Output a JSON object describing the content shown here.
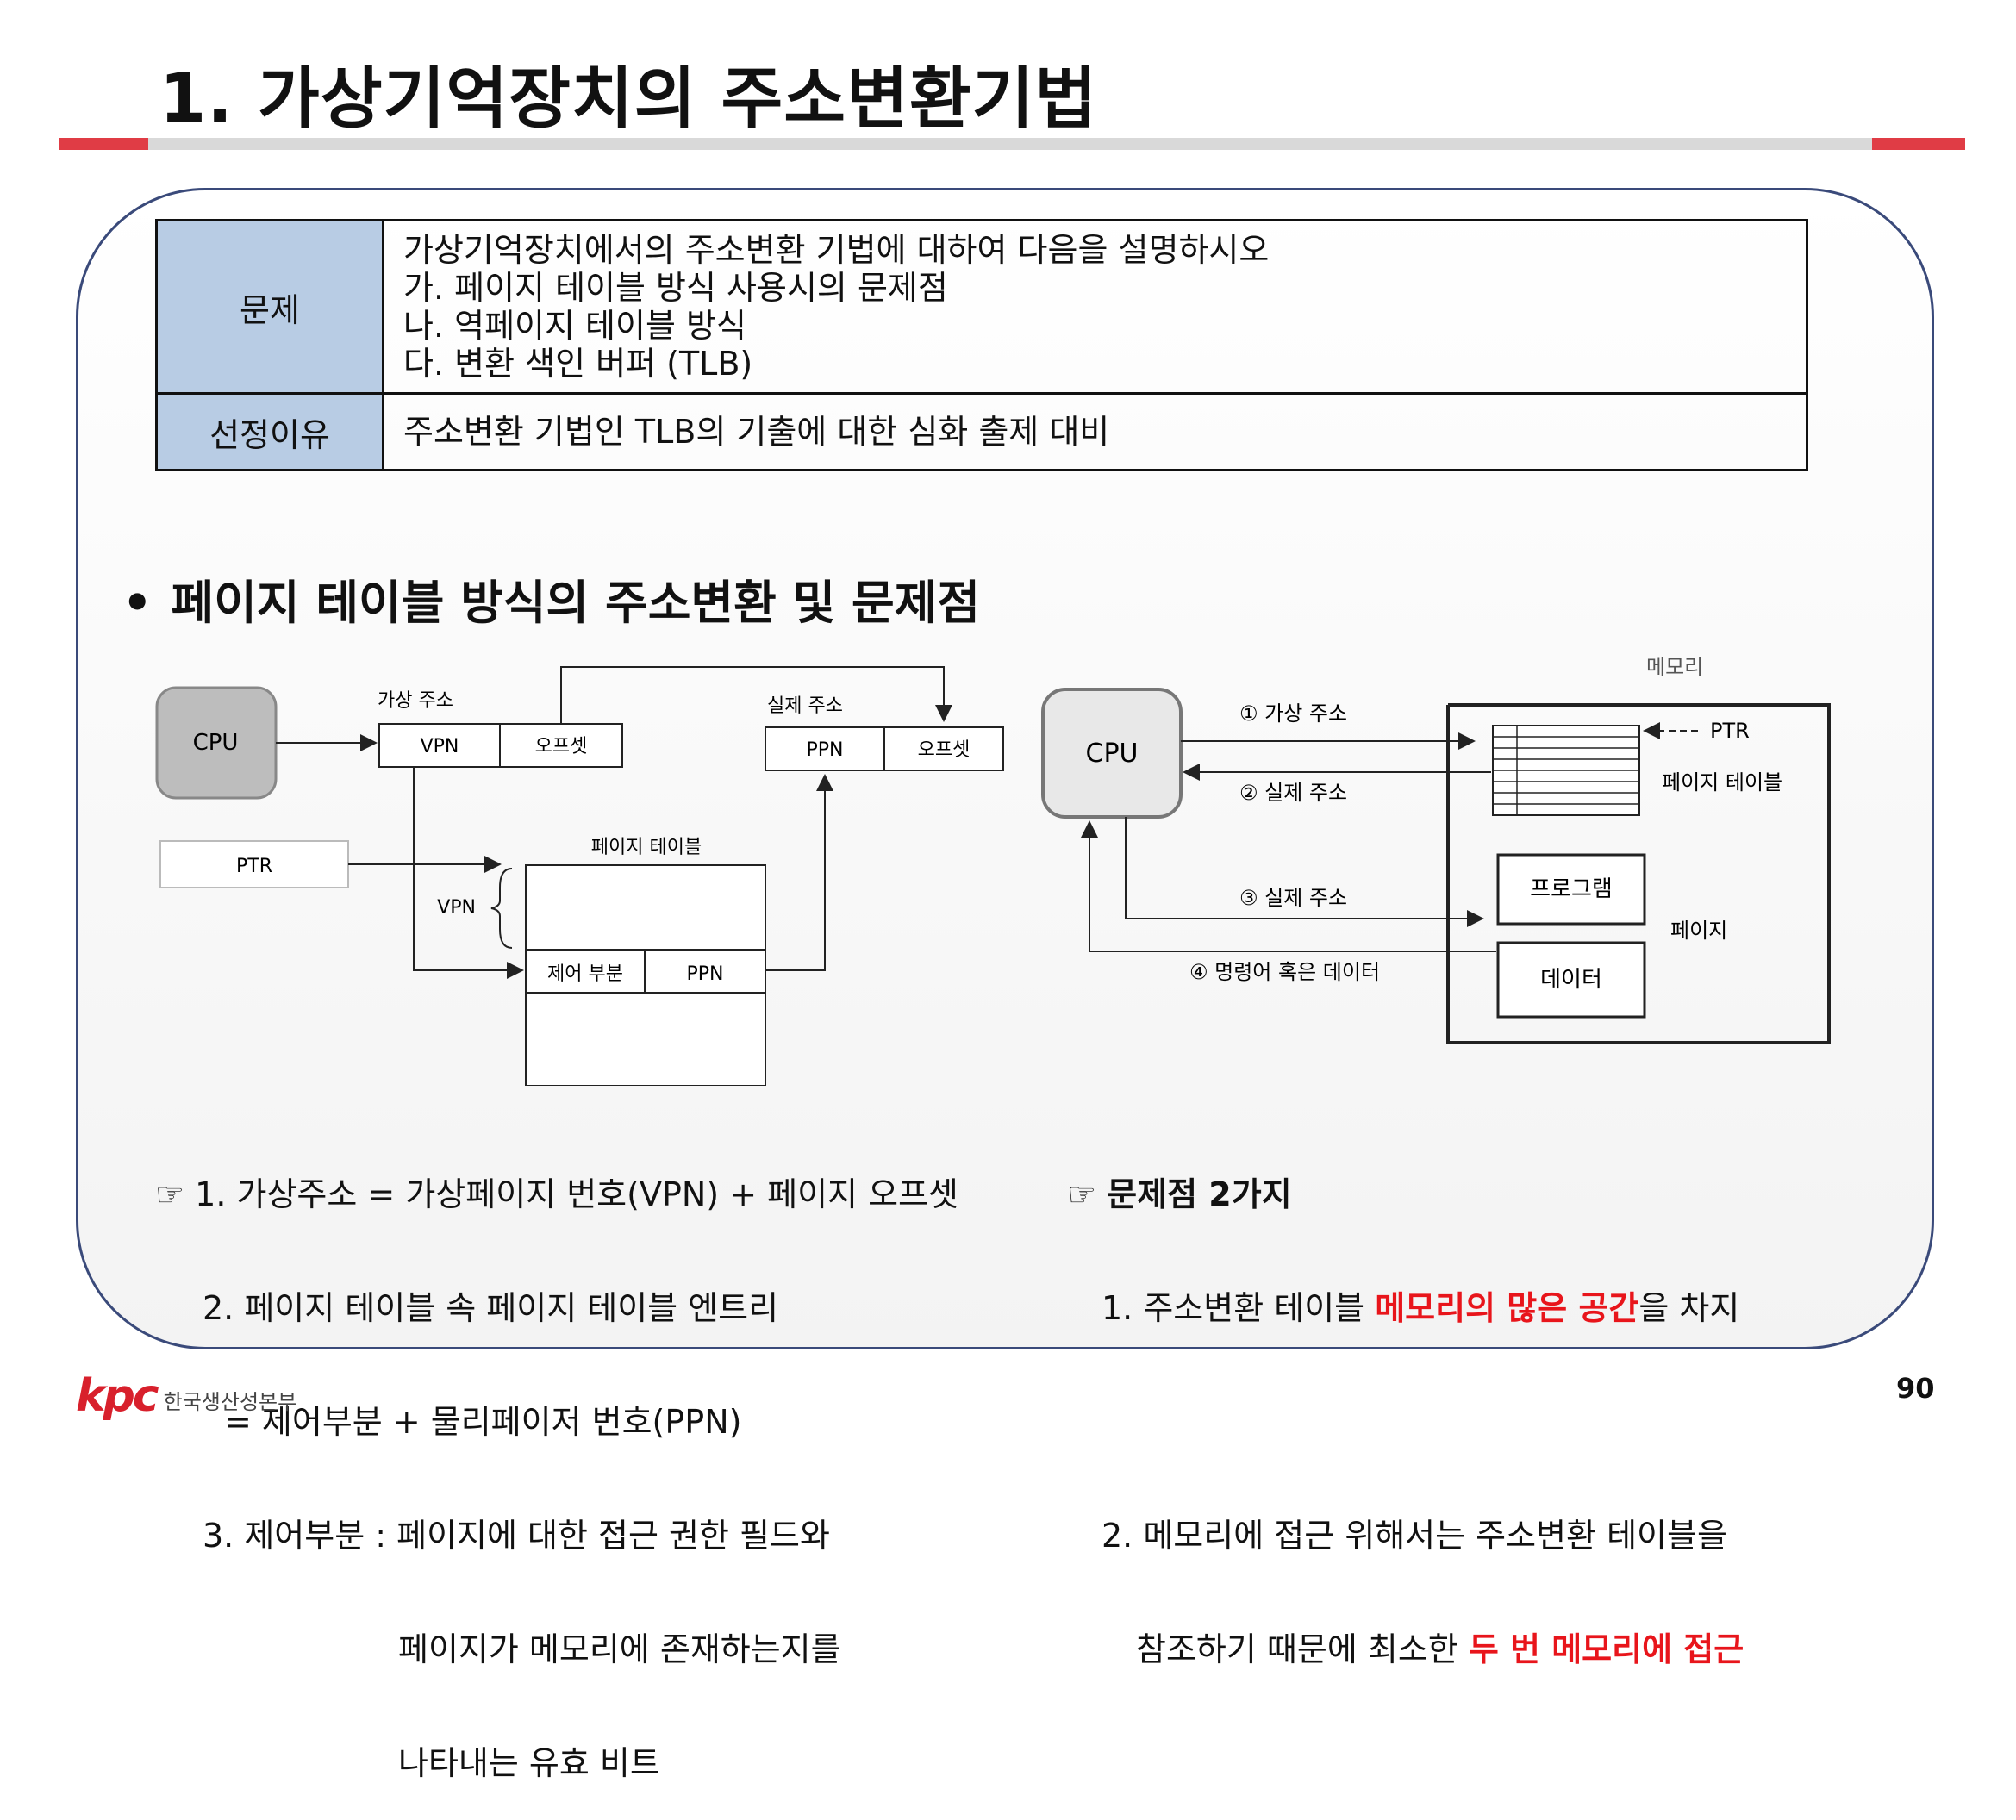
{
  "title": "1. 가상기억장치의 주소변환기법",
  "question_table": {
    "row1_header": "문제",
    "row1_lines": [
      "가상기억장치에서의 주소변환 기법에 대하여 다음을 설명하시오",
      "가. 페이지 테이블 방식 사용시의 문제점",
      "나. 역페이지 테이블 방식",
      "다. 변환 색인 버퍼 (TLB)"
    ],
    "row2_header": "선정이유",
    "row2_body": "주소변환 기법인 TLB의 기출에 대한 심화 출제 대비"
  },
  "section_heading": "페이지 테이블 방식의 주소변환 및 문제점",
  "left_diagram": {
    "cpu": "CPU",
    "virtual_address_label": "가상 주소",
    "vpn": "VPN",
    "offset": "오프셋",
    "physical_address_label": "실제 주소",
    "ppn": "PPN",
    "ptr": "PTR",
    "page_table_label": "페이지 테이블",
    "vpn_brace": "VPN",
    "control_part": "제어 부분"
  },
  "right_diagram": {
    "memory_label": "메모리",
    "cpu": "CPU",
    "step1": "① 가상 주소",
    "step2": "② 실제 주소",
    "step3": "③ 실제 주소",
    "step4": "④ 명령어 혹은 데이터",
    "ptr": "PTR",
    "page_table_label": "페이지 테이블",
    "program": "프로그램",
    "page_label": "페이지",
    "data": "데이터"
  },
  "left_notes": {
    "hand": "☞",
    "line1": "1. 가상주소 = 가상페이지 번호(VPN) + 페이지 오프셋",
    "line2": "2. 페이지 테이블 속 페이지 테이블 엔트리",
    "line3": "= 제어부분 + 물리페이저 번호(PPN)",
    "line4": "3. 제어부분 : 페이지에 대한 접근 권한 필드와",
    "line5": "페이지가 메모리에 존재하는지를",
    "line6": "나타내는 유효 비트"
  },
  "right_notes": {
    "hand": "☞",
    "heading": "문제점 2가지",
    "p1_pre": "1. 주소변환 테이블 ",
    "p1_red": "메모리의 많은 공간",
    "p1_post": "을 차지",
    "p2_line1": "2. 메모리에 접근 위해서는 주소변환 테이블을",
    "p2_pre": "참조하기 때문에 최소한 ",
    "p2_red": "두 번 메모리에 접근"
  },
  "footer": {
    "logo": "kpc",
    "org": "한국생산성본부",
    "page": "90"
  },
  "colors": {
    "accent_red": "#e03c45",
    "table_header": "#b8cce4",
    "highlight_red": "#e8151b"
  }
}
